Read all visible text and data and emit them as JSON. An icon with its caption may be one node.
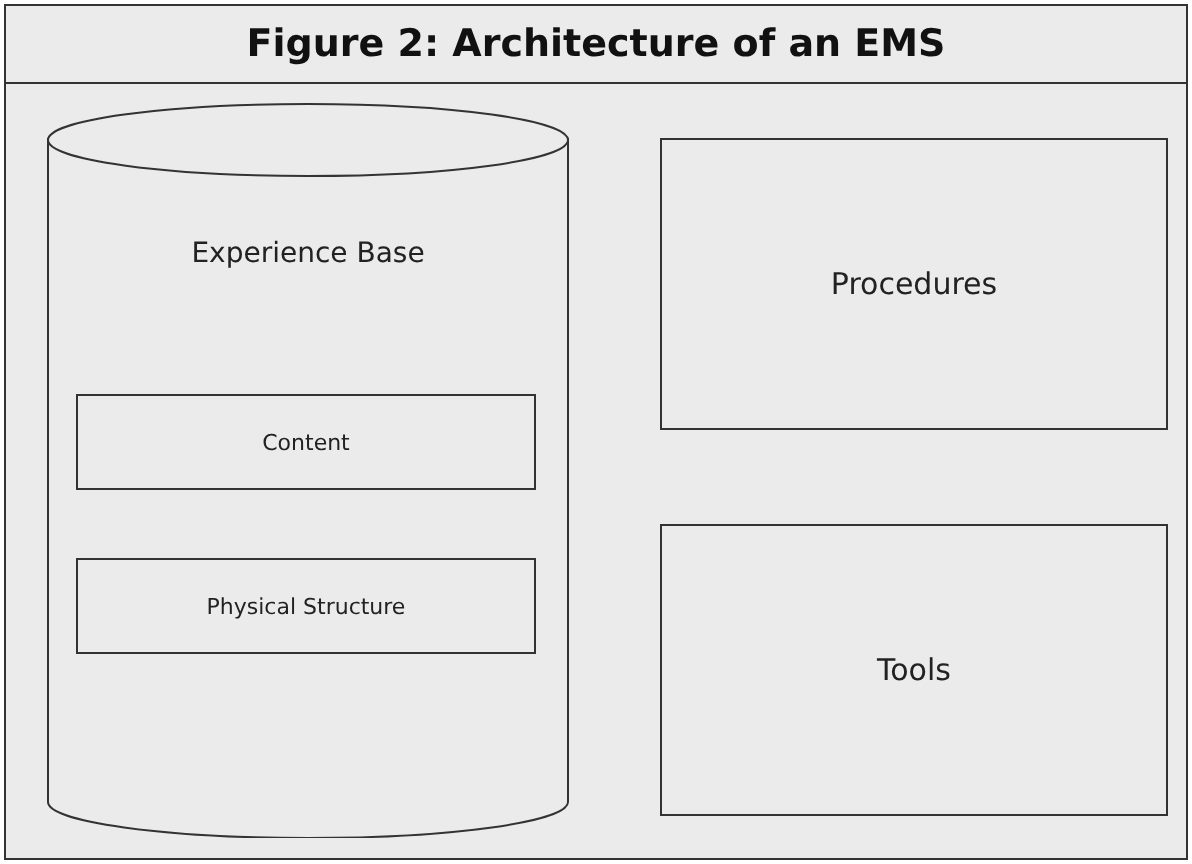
{
  "diagram": {
    "title": "Figure 2: Architecture of an EMS",
    "nodes": [
      {
        "text": [
          "Experience Base"
        ]
      },
      {
        "text": [
          "Content"
        ],
        "in": 0
      },
      {
        "text": [
          "Physical Structure"
        ],
        "in": 0
      },
      {
        "text": [
          "Procedures"
        ]
      },
      {
        "text": [
          "Tools"
        ]
      }
    ]
  }
}
